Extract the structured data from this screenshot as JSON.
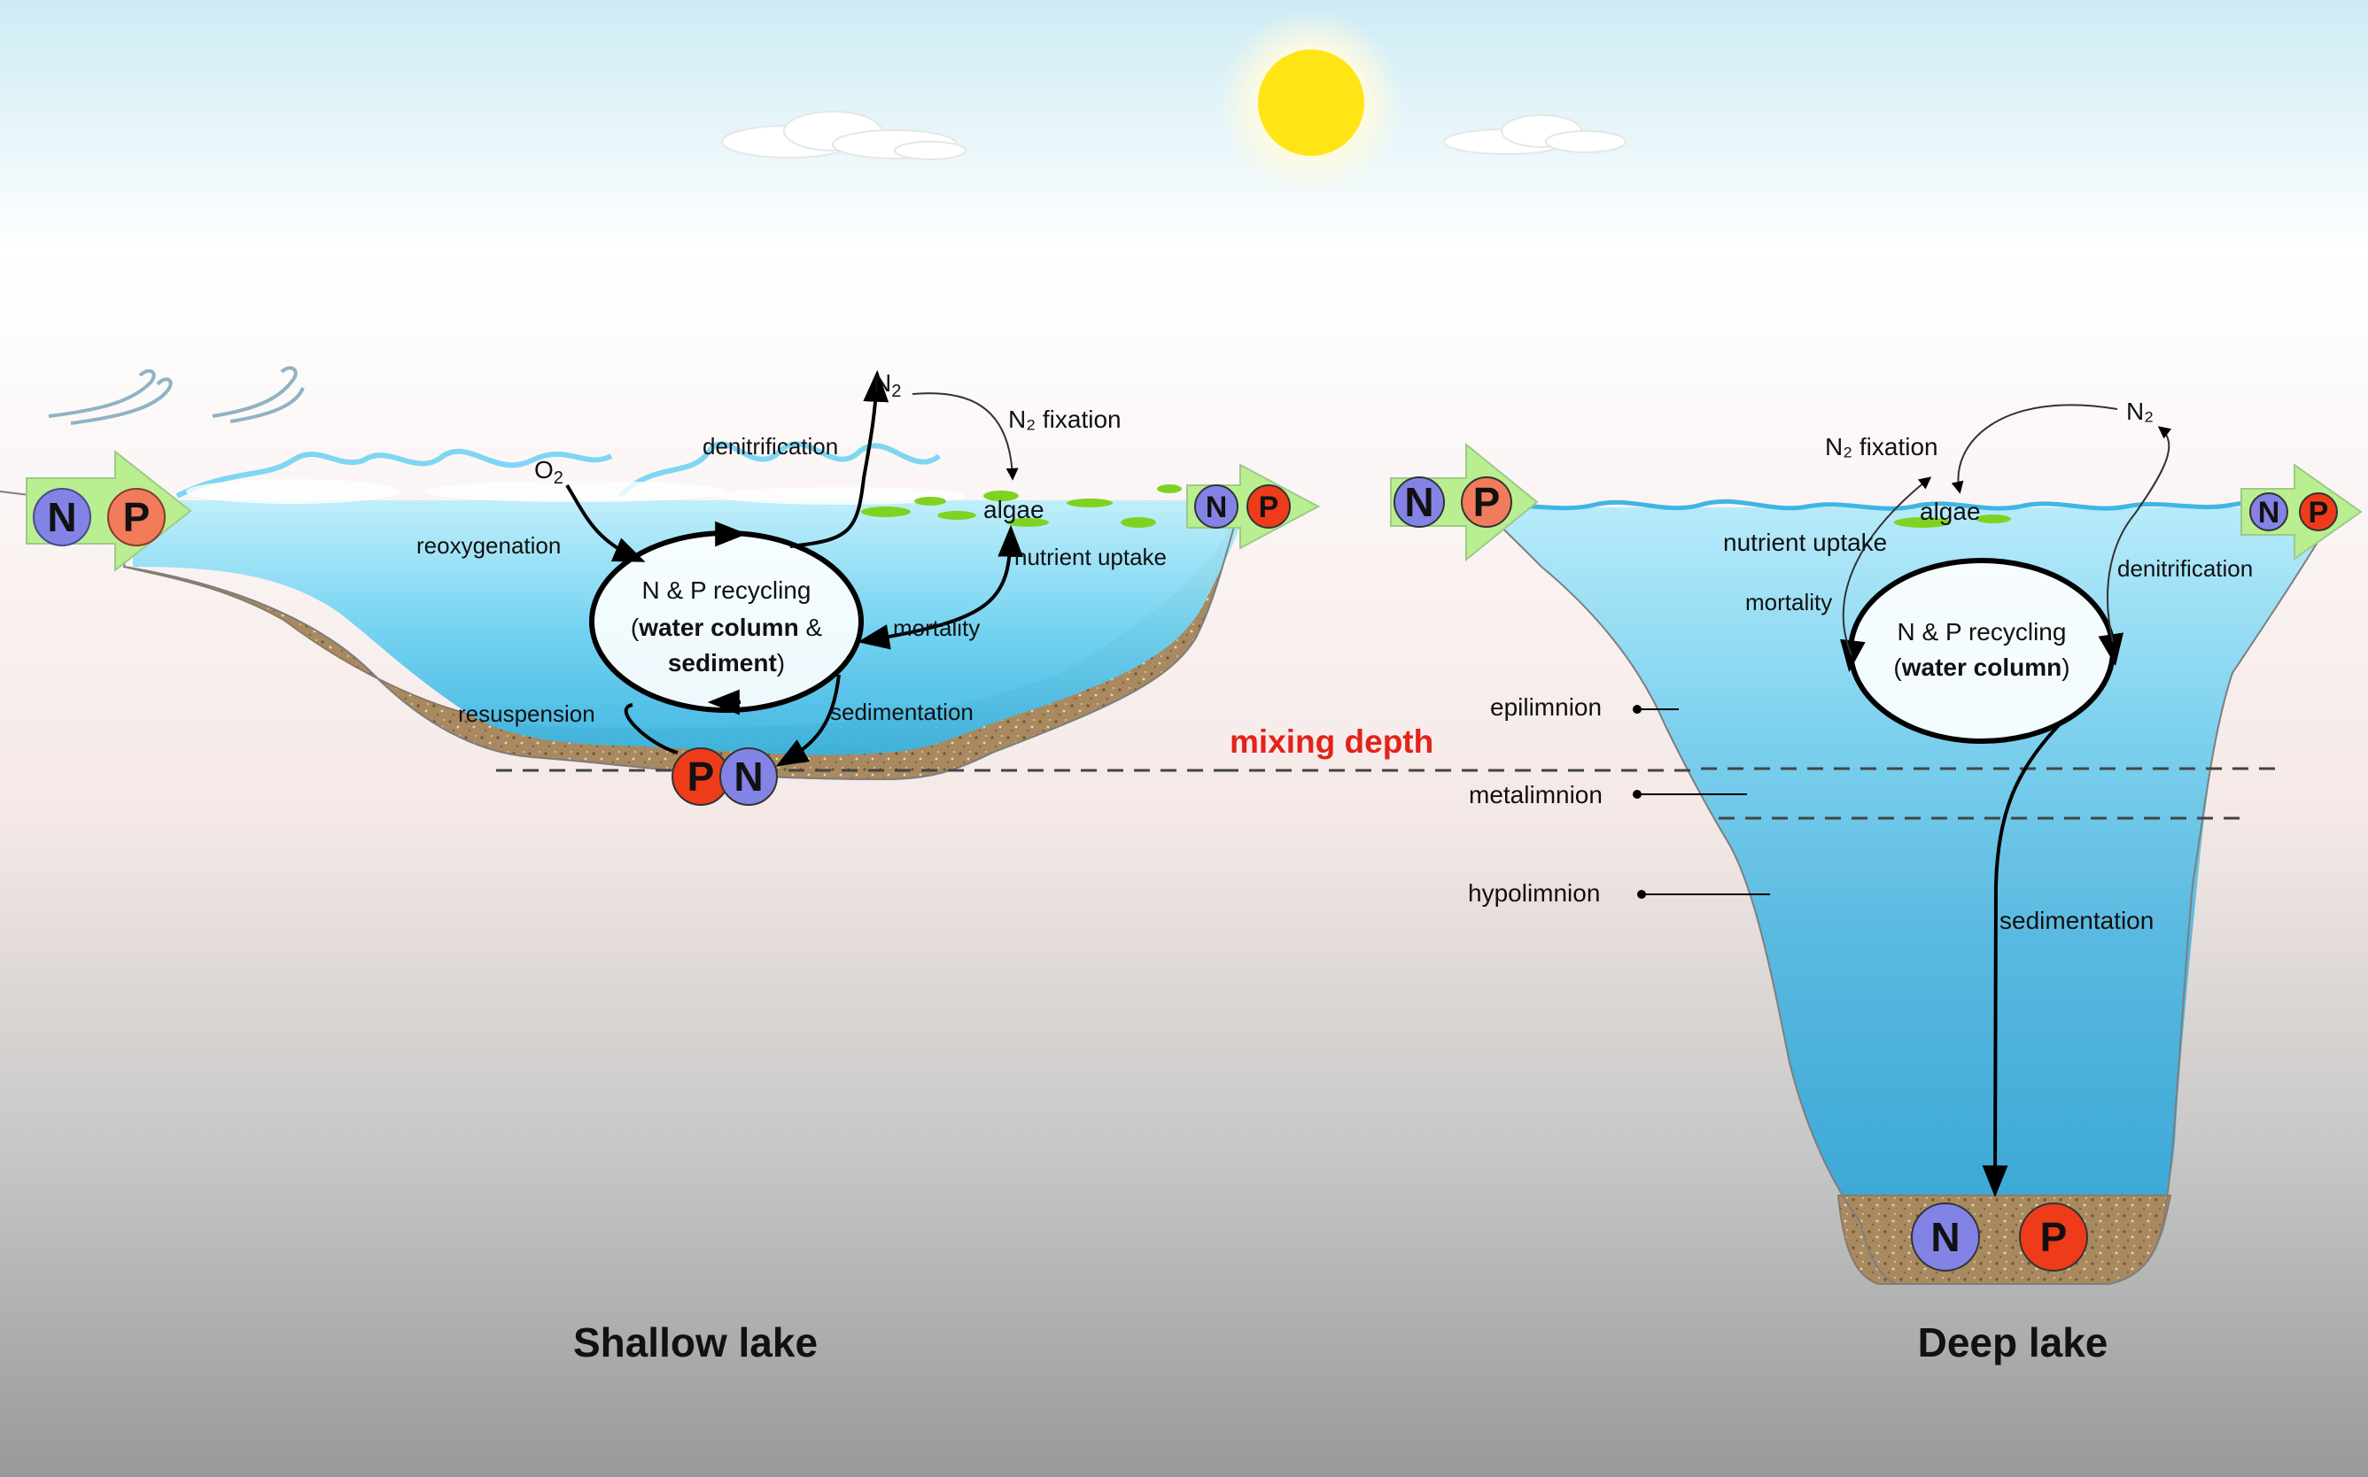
{
  "colors": {
    "nitrogen": "#8383e6",
    "phosphorus_in": "#f07c5c",
    "phosphorus_out": "#ee3b1a",
    "arrow_green": "#b9ef90",
    "water": "#5ec4ea",
    "sediment": "#a78a62",
    "mixing_depth": "#e2231a",
    "sun": "#ffe516"
  },
  "nutrients": {
    "n": "N",
    "p": "P"
  },
  "shallow": {
    "title": "Shallow lake",
    "n2": "N",
    "n2_sub": "2",
    "o2": "O",
    "o2_sub": "2",
    "n2_fixation": "N₂  fixation",
    "denitrification": "denitrification",
    "reoxygenation": "reoxygenation",
    "algae": "algae",
    "nutrient_uptake": "nutrient uptake",
    "mortality": "mortality",
    "resuspension": "resuspension",
    "sedimentation": "sedimentation",
    "cycle": {
      "line1": "N & P recycling",
      "line2_open": "(",
      "line2_bold": "water column",
      "line2_close": " &",
      "line3_bold": "sediment",
      "line3_close": ")"
    }
  },
  "deep": {
    "title": "Deep lake",
    "n2": "N₂",
    "n2_fixation": "N₂  fixation",
    "algae": "algae",
    "nutrient_uptake": "nutrient uptake",
    "mortality": "mortality",
    "denitrification": "denitrification",
    "sedimentation": "sedimentation",
    "epilimnion": "epilimnion",
    "metalimnion": "metalimnion",
    "hypolimnion": "hypolimnion",
    "cycle": {
      "line1": "N & P recycling",
      "line2_open": "(",
      "line2_bold": "water column",
      "line2_close": ")"
    }
  },
  "mixing_depth": "mixing depth"
}
